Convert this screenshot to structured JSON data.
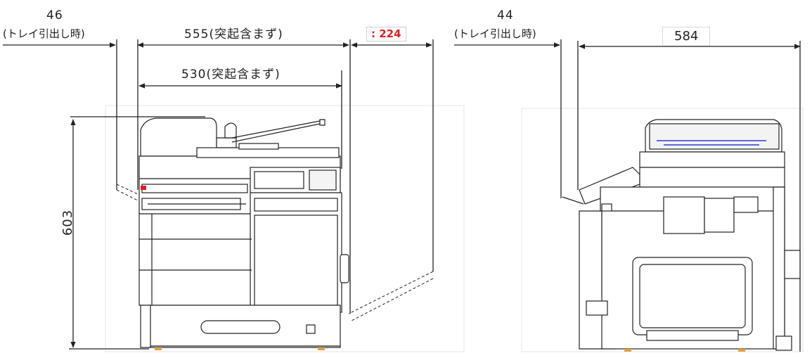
{
  "front_view": {
    "tray_width": "46",
    "tray_note": "(トレイ引出し時)",
    "width_total": "555(突起含まず)",
    "width_body": "530(突起含まず)",
    "side_extension": ": 224",
    "height": "603"
  },
  "side_view": {
    "tray_width": "44",
    "tray_note": "(トレイ引出し時)",
    "depth": "584"
  },
  "colors": {
    "line": "#222222",
    "accent": "#e02020",
    "blue_detail": "#2a3bd6"
  }
}
